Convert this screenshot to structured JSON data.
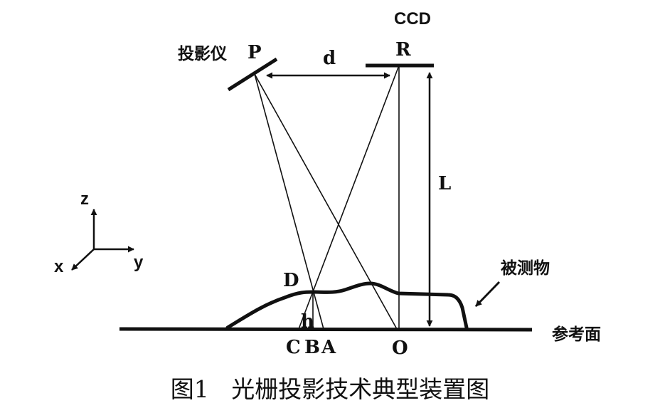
{
  "diagram": {
    "labels": {
      "ccd": "CCD",
      "projector": "投影仪",
      "p": "P",
      "r": "R",
      "d": "d",
      "l": "L",
      "dpoint": "D",
      "h": "h",
      "c": "C",
      "b": "B",
      "a": "A",
      "o": "O",
      "object": "被测物",
      "reference_plane": "参考面"
    },
    "axes": {
      "z": "z",
      "y": "y",
      "x": "x"
    },
    "caption": "图1   光栅投影技术典型装置图"
  }
}
